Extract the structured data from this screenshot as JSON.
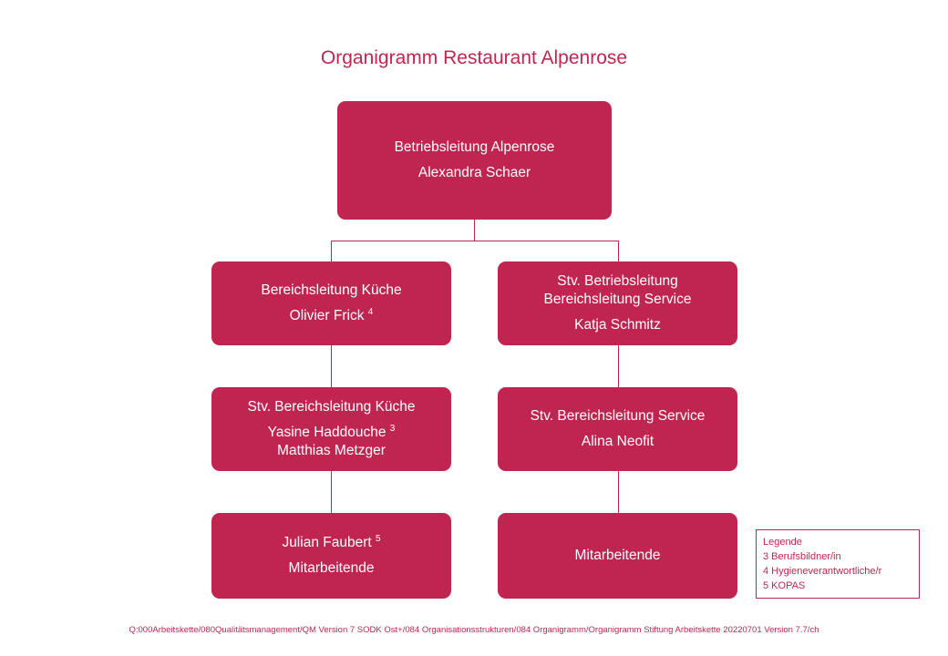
{
  "title": "Organigramm Restaurant Alpenrose",
  "colors": {
    "box": "#bf2550",
    "text": "#c0264f",
    "line": "#bf2550"
  },
  "nodes": {
    "top": {
      "line1": "Betriebsleitung Alpenrose",
      "line2": "Alexandra Schaer"
    },
    "kitchen_head": {
      "line1": "Bereichsleitung Küche",
      "name": "Olivier Frick",
      "sup": "4"
    },
    "service_head": {
      "line1": "Stv. Betriebsleitung",
      "line2": "Bereichsleitung Service",
      "line3": "Katja Schmitz"
    },
    "kitchen_deputy": {
      "line1": "Stv. Bereichsleitung Küche",
      "name": "Yasine Haddouche",
      "sup": "3",
      "line3": "Matthias Metzger"
    },
    "service_deputy": {
      "line1": "Stv. Bereichsleitung Service",
      "line2": "Alina Neofit"
    },
    "kitchen_staff": {
      "name": "Julian Faubert",
      "sup": "5",
      "line2": "Mitarbeitende"
    },
    "service_staff": {
      "line1": "Mitarbeitende"
    }
  },
  "legend": {
    "title": "Legende",
    "items": [
      "3 Berufsbildner/in",
      "4 Hygieneverantwortliche/r",
      "5 KOPAS"
    ]
  },
  "footer": "Q:000Arbeitskette/080Qualitätsmanagement/QM Version 7 SODK Ost+/084 Organisationsstrukturen/084 Organigramm/Organigramm Stiftung Arbeitskette 20220701 Version 7.7/ch"
}
